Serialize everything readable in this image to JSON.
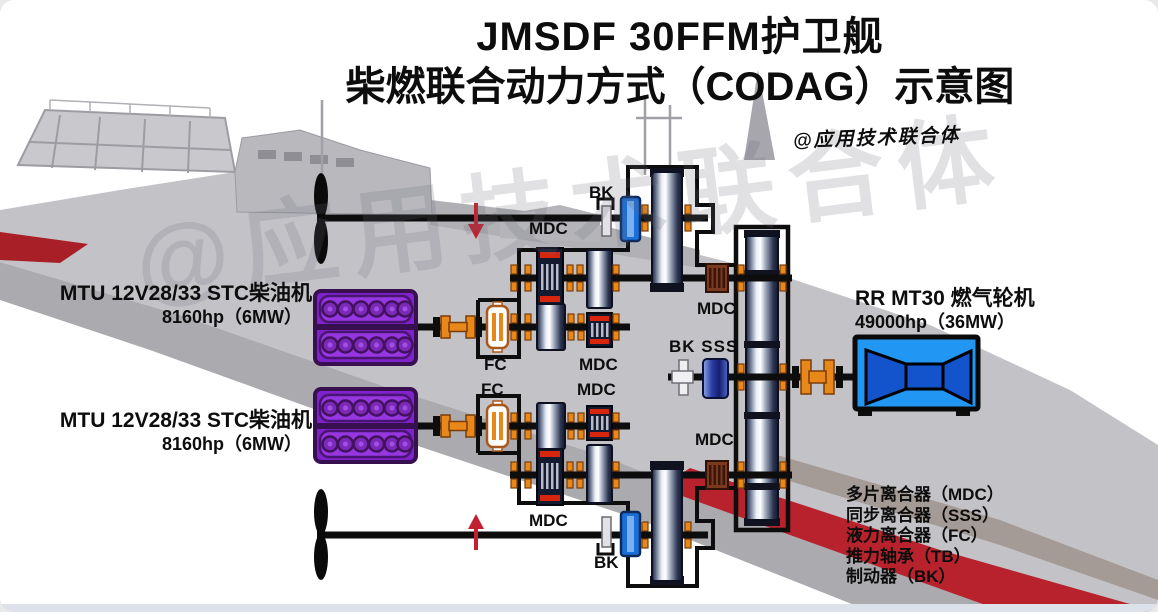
{
  "title": {
    "line1": "JMSDF 30FFM护卫舰",
    "line2": "柴燃联合动力方式（CODAG）示意图"
  },
  "watermark": {
    "signature": "@应用技术联合体",
    "ship_text": "@应用技术联合体"
  },
  "engines": {
    "diesel": {
      "name": "MTU 12V28/33 STC柴油机",
      "power": "8160hp（6MW）"
    },
    "gas_turbine": {
      "name": "RR MT30 燃气轮机",
      "power": "49000hp（36MW）"
    }
  },
  "labels": {
    "mdc": "MDC",
    "fc": "FC",
    "bk": "BK",
    "bk_sss": "BK SSS"
  },
  "legend": {
    "items": [
      "多片离合器（MDC）",
      "同步离合器（SSS）",
      "液力离合器（FC）",
      "推力轴承（TB）",
      "制动器（BK）"
    ]
  },
  "colors": {
    "diesel_purple": "#7e22cc",
    "turbine_blue": "#2196f3",
    "clutch_cap_red": "#d8260e",
    "coupling_orange": "#e8871a",
    "hull_red": "#b8222c",
    "brake_blue": "#1a6fd8",
    "sss_navy": "#1b2a80"
  }
}
